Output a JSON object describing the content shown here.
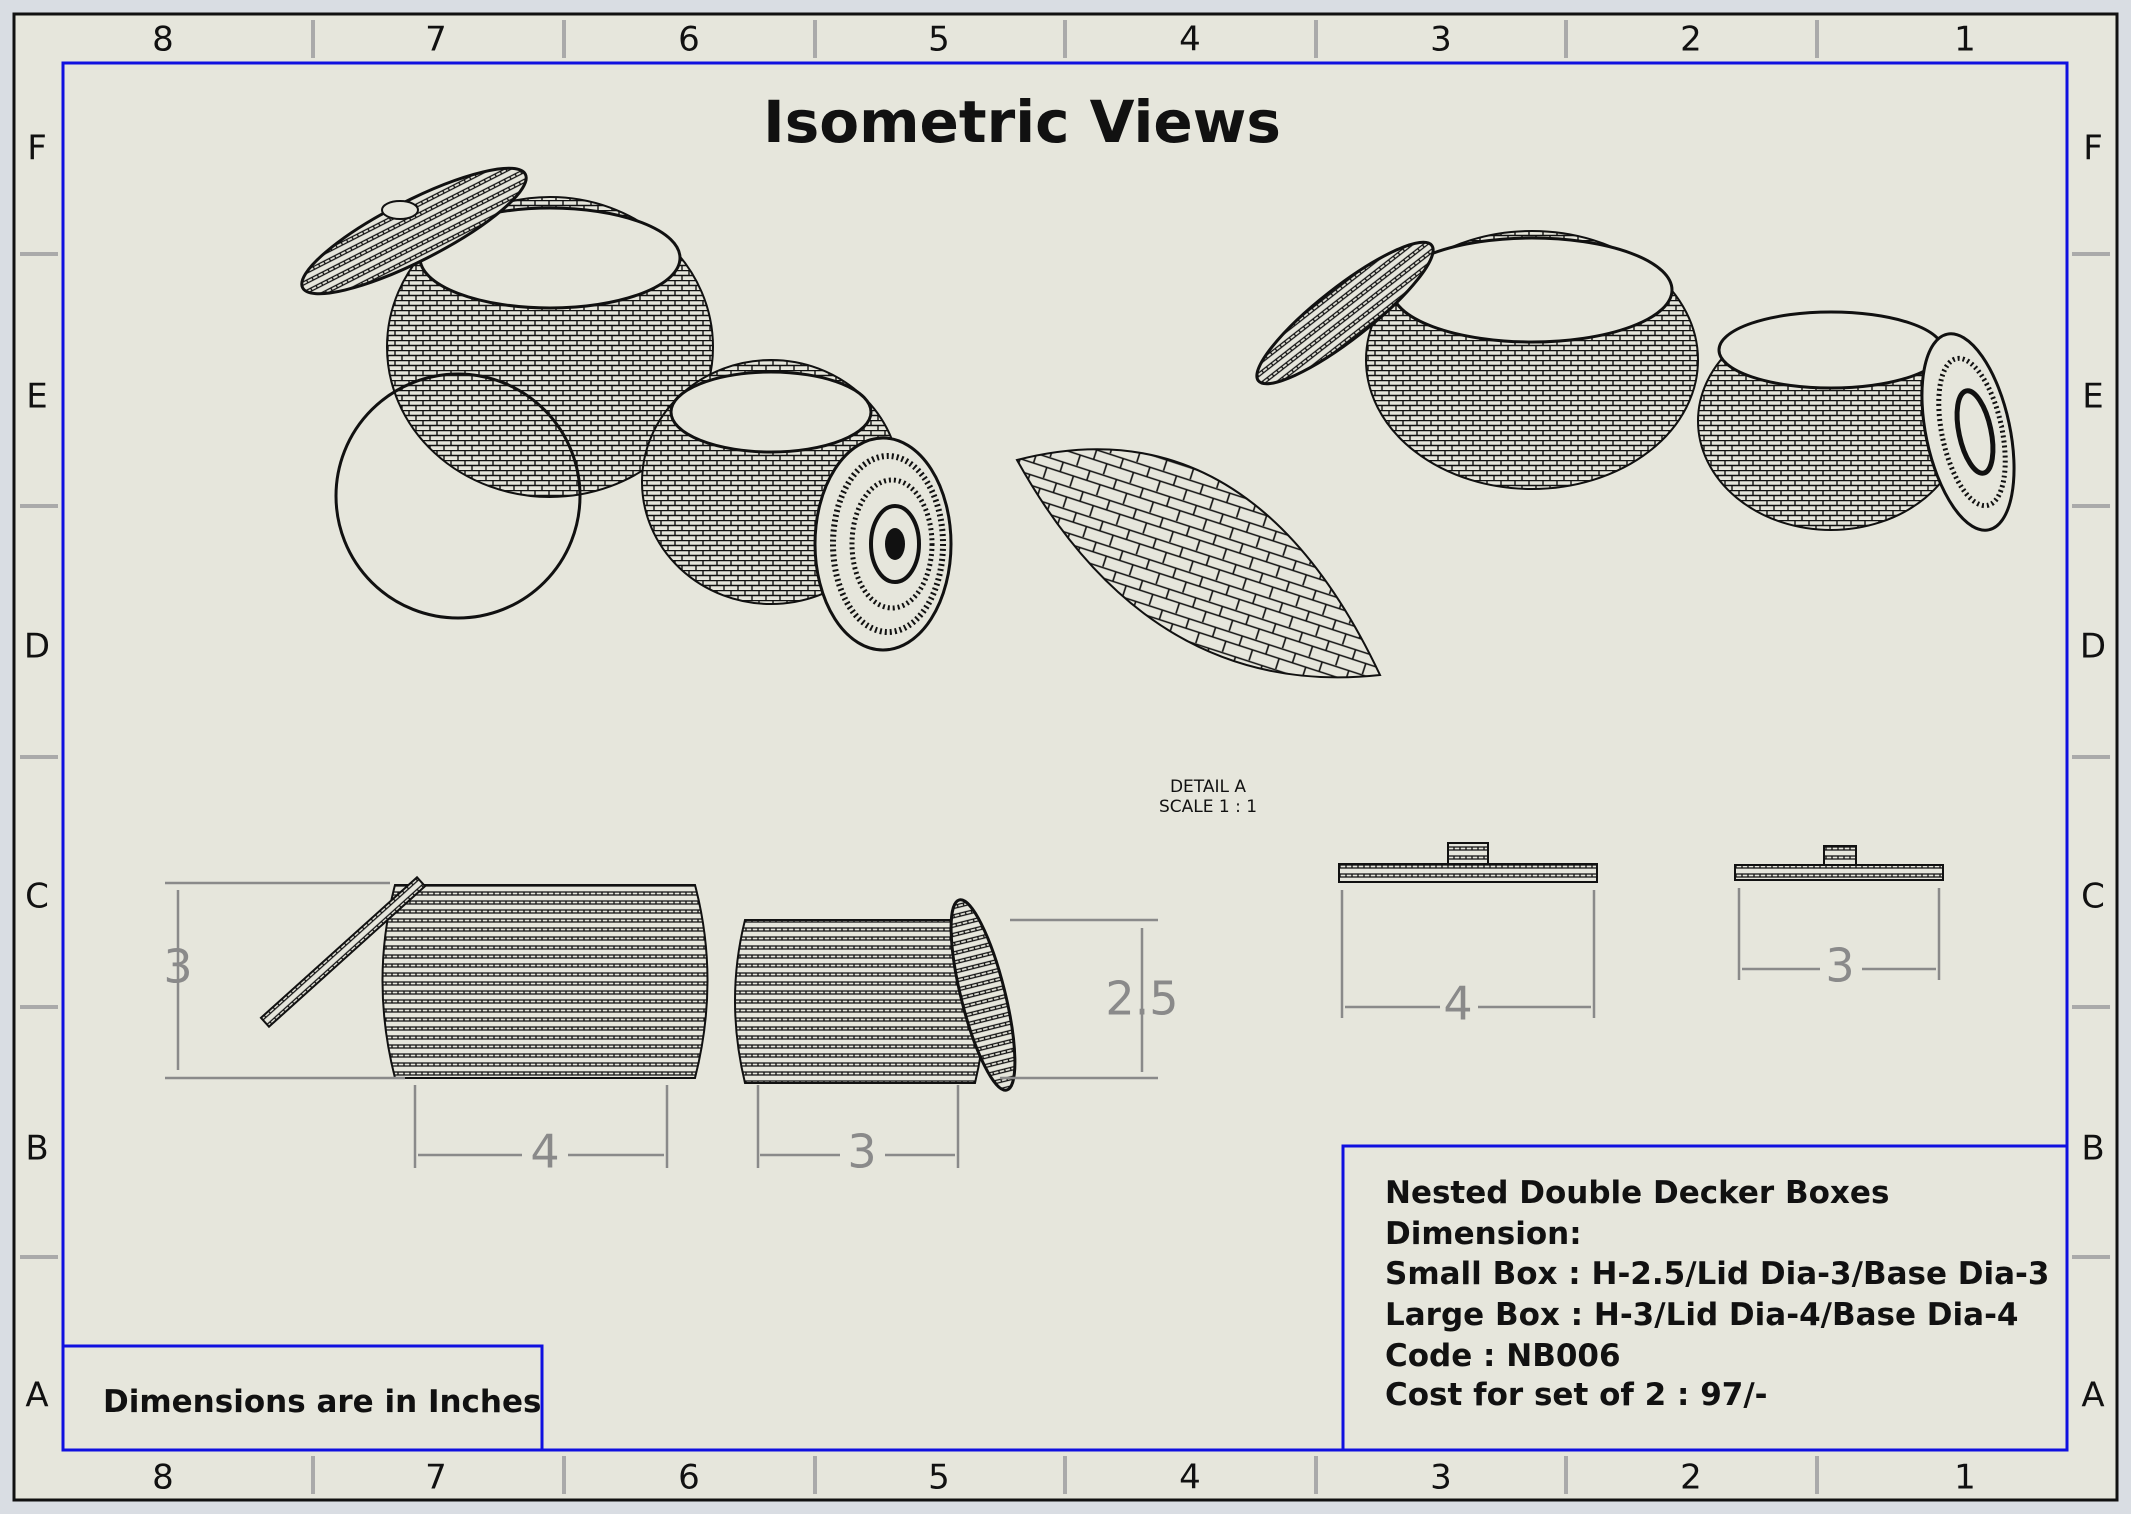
{
  "sheet": {
    "title": "Isometric Views",
    "column_zones": [
      "8",
      "7",
      "6",
      "5",
      "4",
      "3",
      "2",
      "1"
    ],
    "row_zones": [
      "F",
      "E",
      "D",
      "C",
      "B",
      "A"
    ],
    "detail_label": "DETAIL A",
    "detail_scale": "SCALE 1 : 1",
    "units_note": "Dimensions are in Inches"
  },
  "dimensions": {
    "large_height": "3",
    "large_base": "4",
    "small_base": "3",
    "small_height": "2.5",
    "large_lid": "4",
    "small_lid": "3"
  },
  "title_block": {
    "lines": [
      "Nested Double Decker Boxes",
      "Dimension:",
      "Small Box : H-2.5/Lid Dia-3/Base Dia-3",
      "Large Box : H-3/Lid Dia-4/Base Dia-4",
      "Code : NB006",
      "Cost for set of 2 : 97/-"
    ]
  },
  "colors": {
    "border": "#1010e0",
    "paper": "#e6e6dc",
    "dim": "#8a8a8a"
  }
}
